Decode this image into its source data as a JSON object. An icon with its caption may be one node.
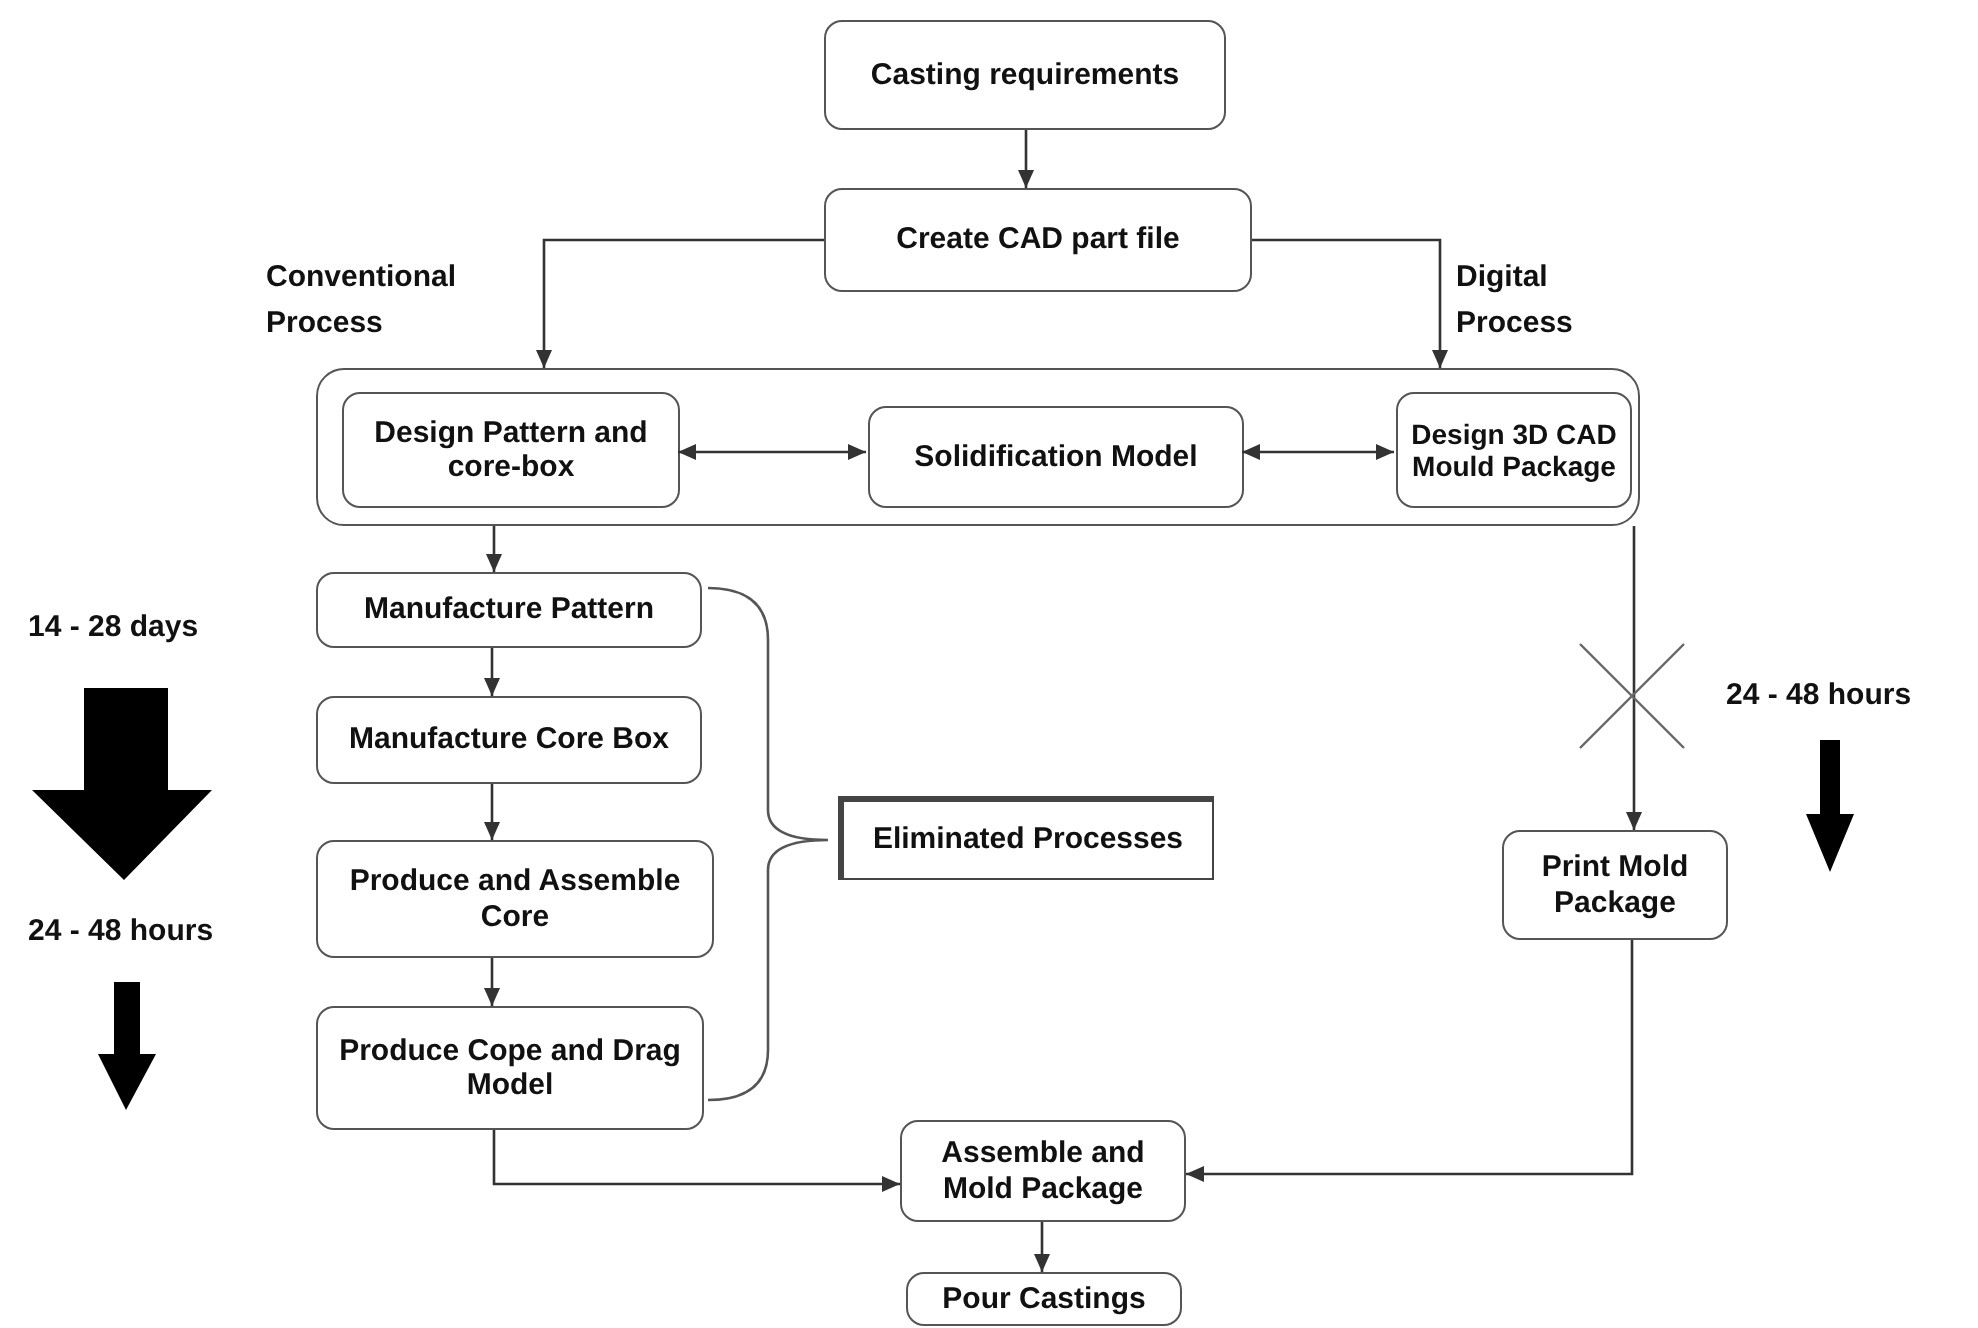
{
  "diagram": {
    "nodes": [
      {
        "text": [
          "Casting requirements"
        ]
      },
      {
        "text": [
          "Create CAD part file"
        ]
      },
      {
        "text": [],
        "shape": "box"
      },
      {
        "text": [
          "Design Pattern and core-box"
        ],
        "in": 2
      },
      {
        "text": [
          "Solidification Model"
        ],
        "in": 2
      },
      {
        "text": [
          "Design 3D CAD Mould Package"
        ],
        "in": 2
      },
      {
        "text": [
          "Manufacture Pattern"
        ]
      },
      {
        "text": [
          "Manufacture Core Box"
        ]
      },
      {
        "text": [
          "Produce and Assemble Core"
        ]
      },
      {
        "text": [
          "Produce Cope and Drag Model"
        ]
      },
      {
        "text": [
          "Eliminated Processes"
        ]
      },
      {
        "text": [
          "Print Mold Package"
        ]
      },
      {
        "text": [
          "Assemble and Mold Package"
        ]
      },
      {
        "text": [
          "Pour Castings"
        ]
      }
    ],
    "edges": [
      {
        "from": 0,
        "to": 1,
        "arrow": "to"
      },
      {
        "from": 1,
        "to": 2,
        "arrow": "to"
      },
      {
        "from": 1,
        "to": 2,
        "arrow": "to"
      },
      {
        "from": 3,
        "to": 4,
        "arrow": "both"
      },
      {
        "from": 4,
        "to": 5,
        "arrow": "both"
      },
      {
        "from": 2,
        "to": 6,
        "arrow": "to"
      },
      {
        "from": 6,
        "to": 7,
        "arrow": "to"
      },
      {
        "from": 7,
        "to": 8,
        "arrow": "to"
      },
      {
        "from": 8,
        "to": 9,
        "arrow": "to"
      },
      {
        "from": 2,
        "to": 11,
        "arrow": "to"
      },
      {
        "from": 9,
        "to": 12,
        "arrow": "to"
      },
      {
        "from": 11,
        "to": 12,
        "arrow": "to"
      },
      {
        "from": 12,
        "to": 13,
        "arrow": "to"
      }
    ],
    "labels": [
      "Conventional Process",
      "Digital Process",
      "14 - 28 days",
      "24 - 48 hours",
      "24 - 48 hours"
    ]
  }
}
